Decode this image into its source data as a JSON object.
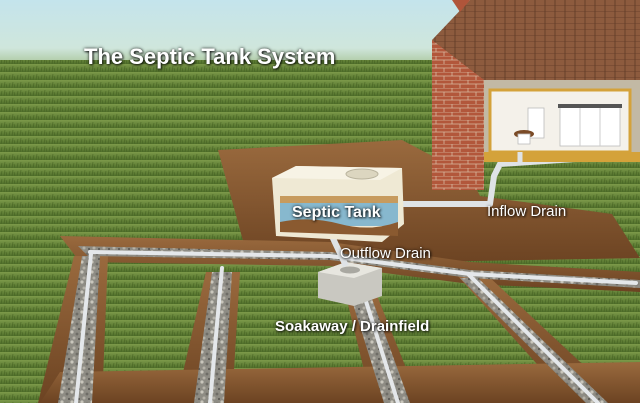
{
  "title": "The Septic Tank System",
  "labels": {
    "septic_tank": "Septic Tank",
    "inflow_drain": "Inflow Drain",
    "outflow_drain": "Outflow Drain",
    "drainfield": "Soakaway / Drainfield"
  },
  "colors": {
    "sky_top": "#b8dce6",
    "grass": "#5f7f33",
    "soil": "#8a5a32",
    "gravel": "#9a9a92",
    "pipe": "#dfe3e6",
    "brick": "#b0553a",
    "roof": "#8a5a3c",
    "tank": "#f1ecd9",
    "water": "#7ab4cf",
    "label_text": "#ffffff"
  }
}
